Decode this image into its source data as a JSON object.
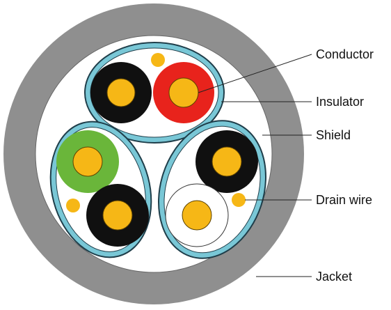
{
  "labels": {
    "conductor": "Conductor",
    "insulator": "Insulator",
    "shield": "Shield",
    "drain_wire": "Drain wire",
    "jacket": "Jacket"
  },
  "colors": {
    "jacket": "#8f8f8f",
    "filler": "#ffffff",
    "shield": "#79c7d6",
    "conductor": "#f6b716",
    "insulator_black": "#101010",
    "insulator_red": "#e8231c",
    "insulator_green": "#6ab63a",
    "insulator_white": "#ffffff",
    "line": "#222222"
  }
}
